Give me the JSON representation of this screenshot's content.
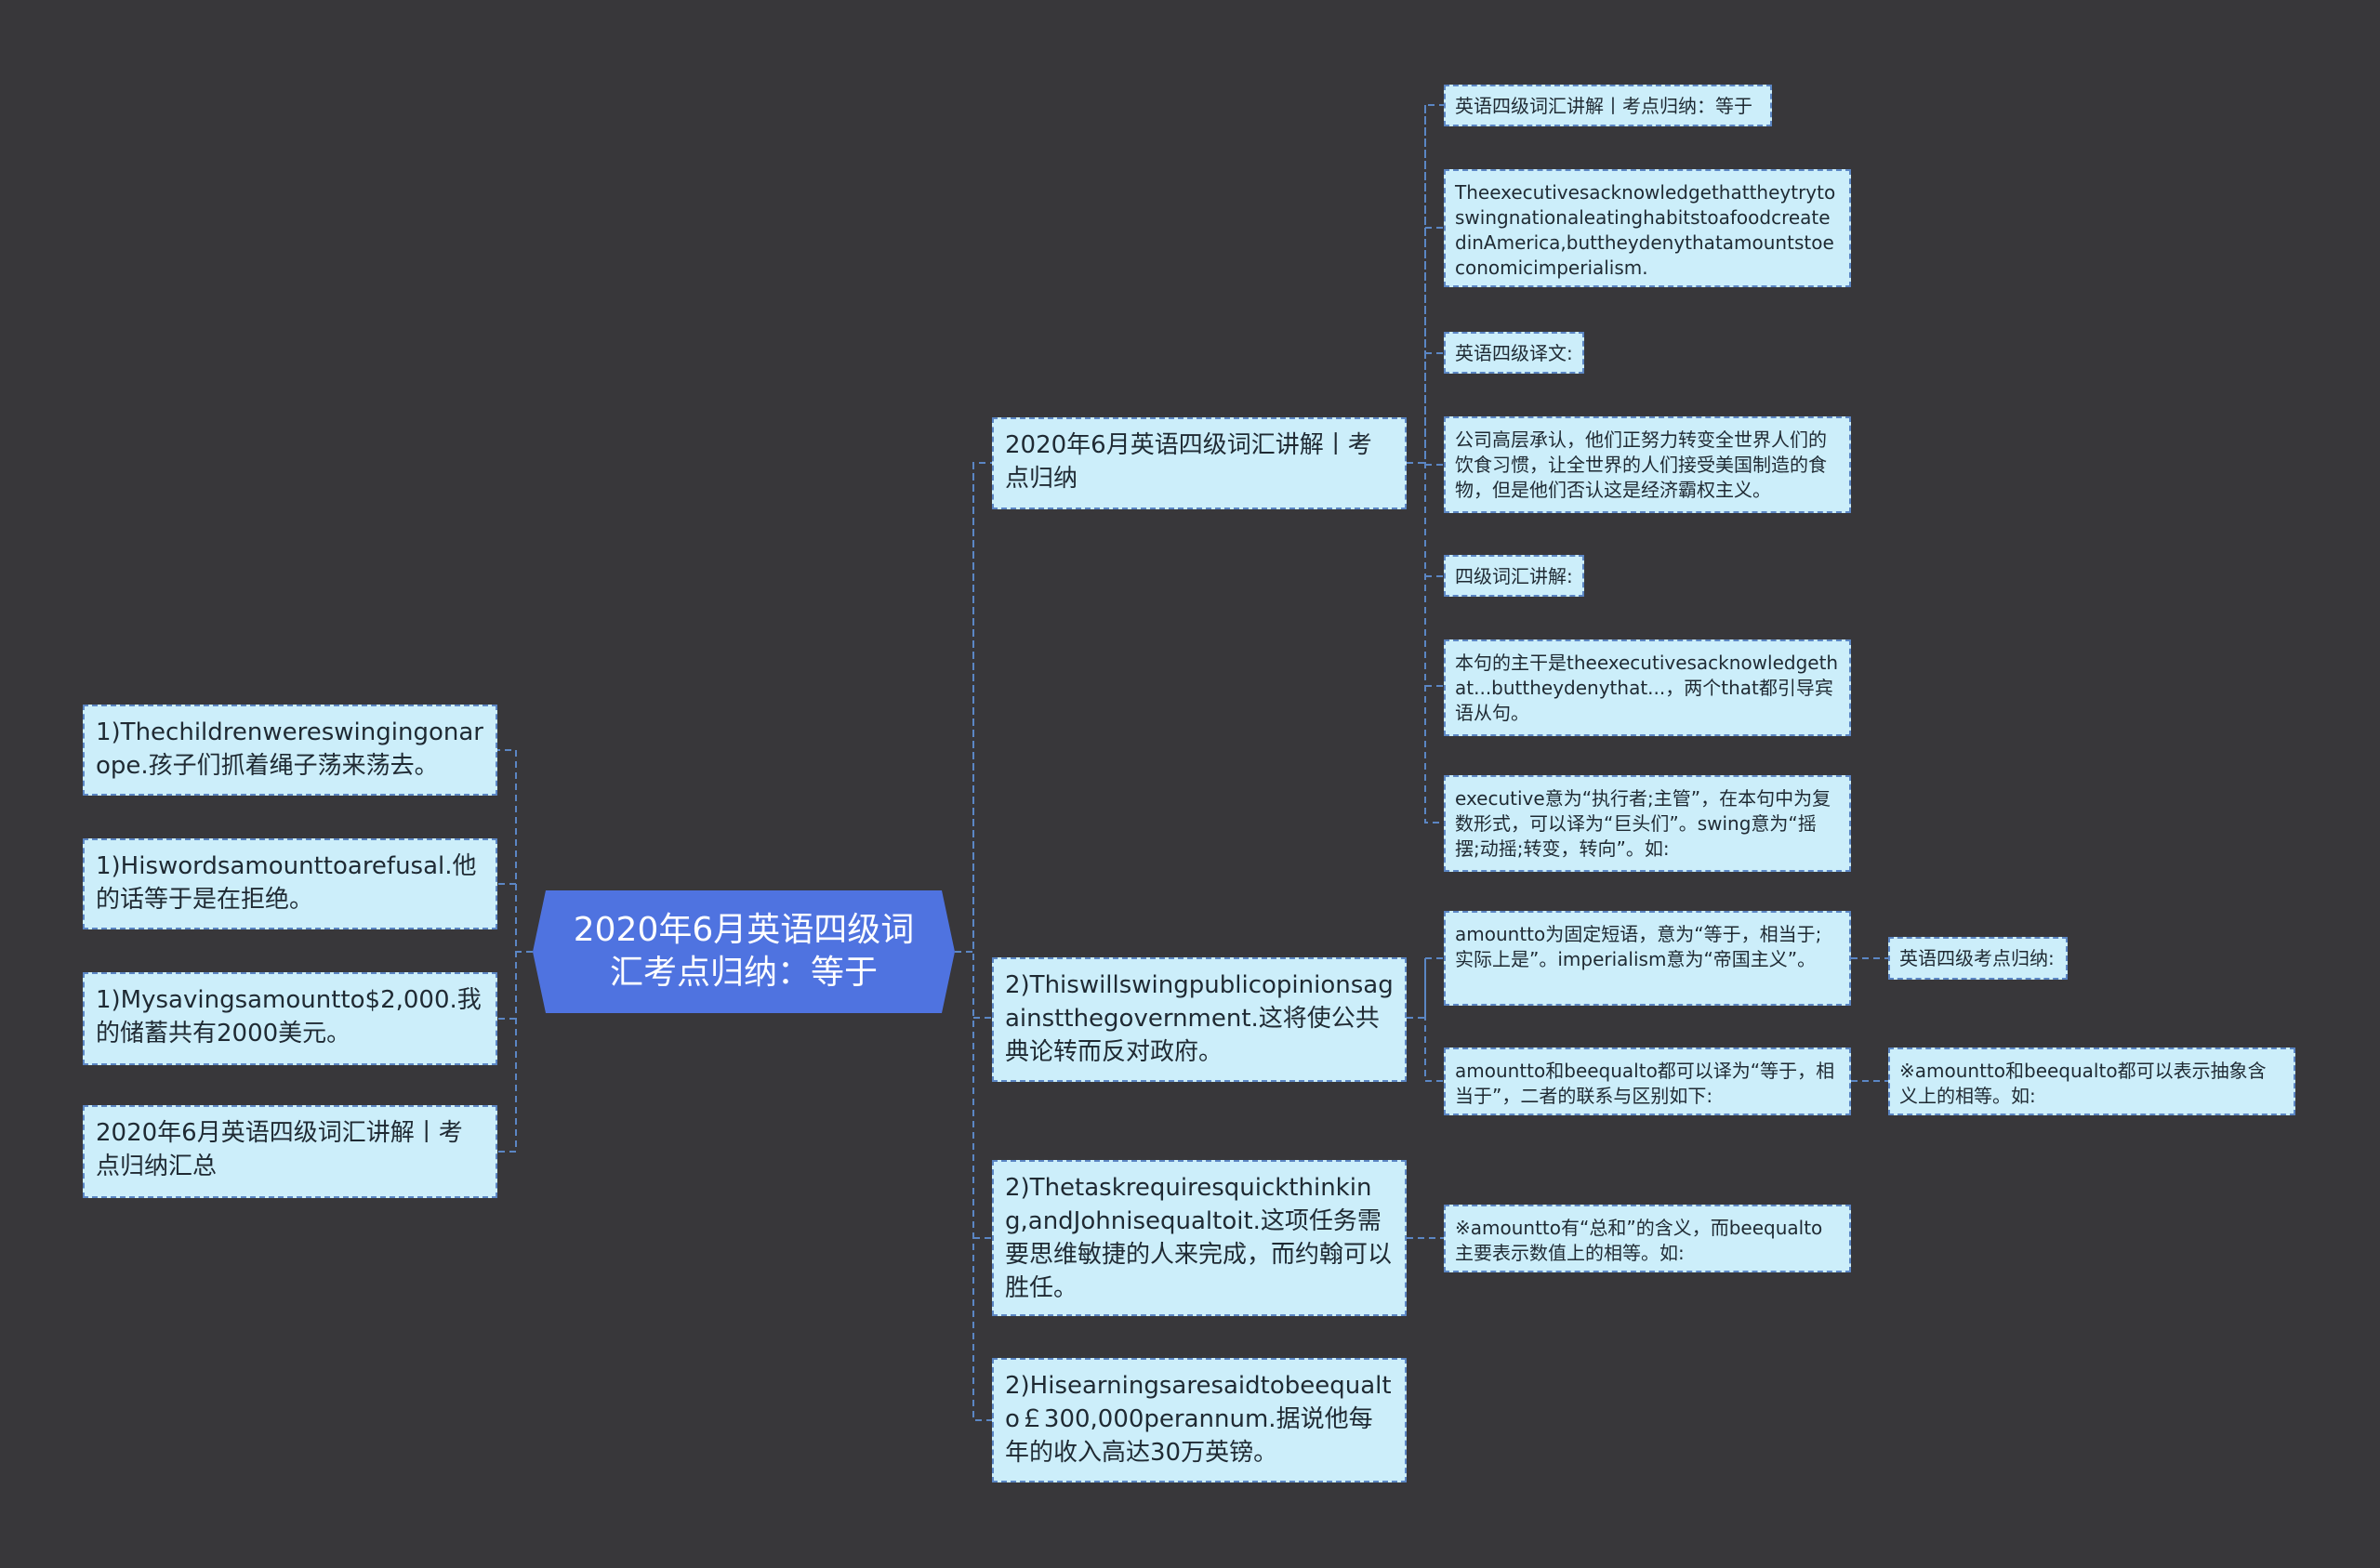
{
  "center": {
    "title": "2020年6月英语四级词汇考点归纳：等于"
  },
  "left_nodes": [
    "1)Thechildrenwereswingingonarope.孩子们抓着绳子荡来荡去。",
    "1)Hiswordsamounttoarefusal.他的话等于是在拒绝。",
    "1)Mysavingsamountto$2,000.我的储蓄共有2000美元。",
    "2020年6月英语四级词汇讲解丨考点归纳汇总"
  ],
  "right_nodes": [
    "2020年6月英语四级词汇讲解丨考点归纳",
    "2)Thiswillswingpublicopinionsagainstthegovernment.这将使公共典论转而反对政府。",
    "2)Thetaskrequiresquickthinking,andJohnisequaltoit.这项任务需要思维敏捷的人来完成，而约翰可以胜任。",
    "2)Hisearningsaresaidtobeequalto￡300,000perannum.据说他每年的收入高达30万英镑。"
  ],
  "sub_nodes_1": [
    "英语四级词汇讲解丨考点归纳：等于",
    "TheexecutivesacknowledgethattheytrytoswingnationaleatinghabitstoafoodcreatedinAmerica,buttheydenythatamountstoeconomicimperialism.",
    "英语四级译文:",
    "公司高层承认，他们正努力转变全世界人们的饮食习惯，让全世界的人们接受美国制造的食物，但是他们否认这是经济霸权主义。",
    "四级词汇讲解:",
    "本句的主干是theexecutivesacknowledgethat...buttheydenythat...，两个that都引导宾语从句。",
    "executive意为“执行者;主管”，在本句中为复数形式，可以译为“巨头们”。swing意为“摇摆;动摇;转变，转向”。如:"
  ],
  "sub_nodes_2": [
    "amountto为固定短语，意为“等于，相当于;实际上是”。imperialism意为“帝国主义”。",
    "amountto和beequalto都可以译为“等于，相当于”，二者的联系与区别如下:"
  ],
  "sub_nodes_3": [
    "※amountto有“总和”的含义，而beequalto主要表示数值上的相等。如:"
  ],
  "tail_nodes": [
    "英语四级考点归纳:",
    "※amountto和beequalto都可以表示抽象含义上的相等。如:"
  ],
  "colors": {
    "background": "#38373a",
    "center_fill": "#4f73e0",
    "node_fill": "#cceefa",
    "connector": "#5b86c4"
  }
}
